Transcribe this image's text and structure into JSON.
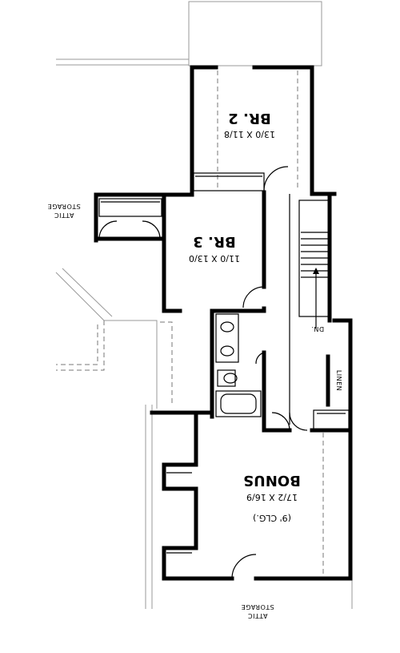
{
  "rooms": {
    "br2": {
      "name": "BR. 2",
      "dims": "13/0 X 11/8"
    },
    "br3": {
      "name": "BR. 3",
      "dims": "11/0 X 13/0"
    },
    "bonus": {
      "name": "BONUS",
      "dims": "17/2 X 16/9",
      "ceiling": "(9' CLG.)"
    }
  },
  "labels": {
    "attic_storage_left": [
      "ATTIC",
      "STORAGE"
    ],
    "attic_storage_bottom": [
      "ATTIC",
      "STORAGE"
    ],
    "linen": "LINEN",
    "stair_down": "DN."
  }
}
